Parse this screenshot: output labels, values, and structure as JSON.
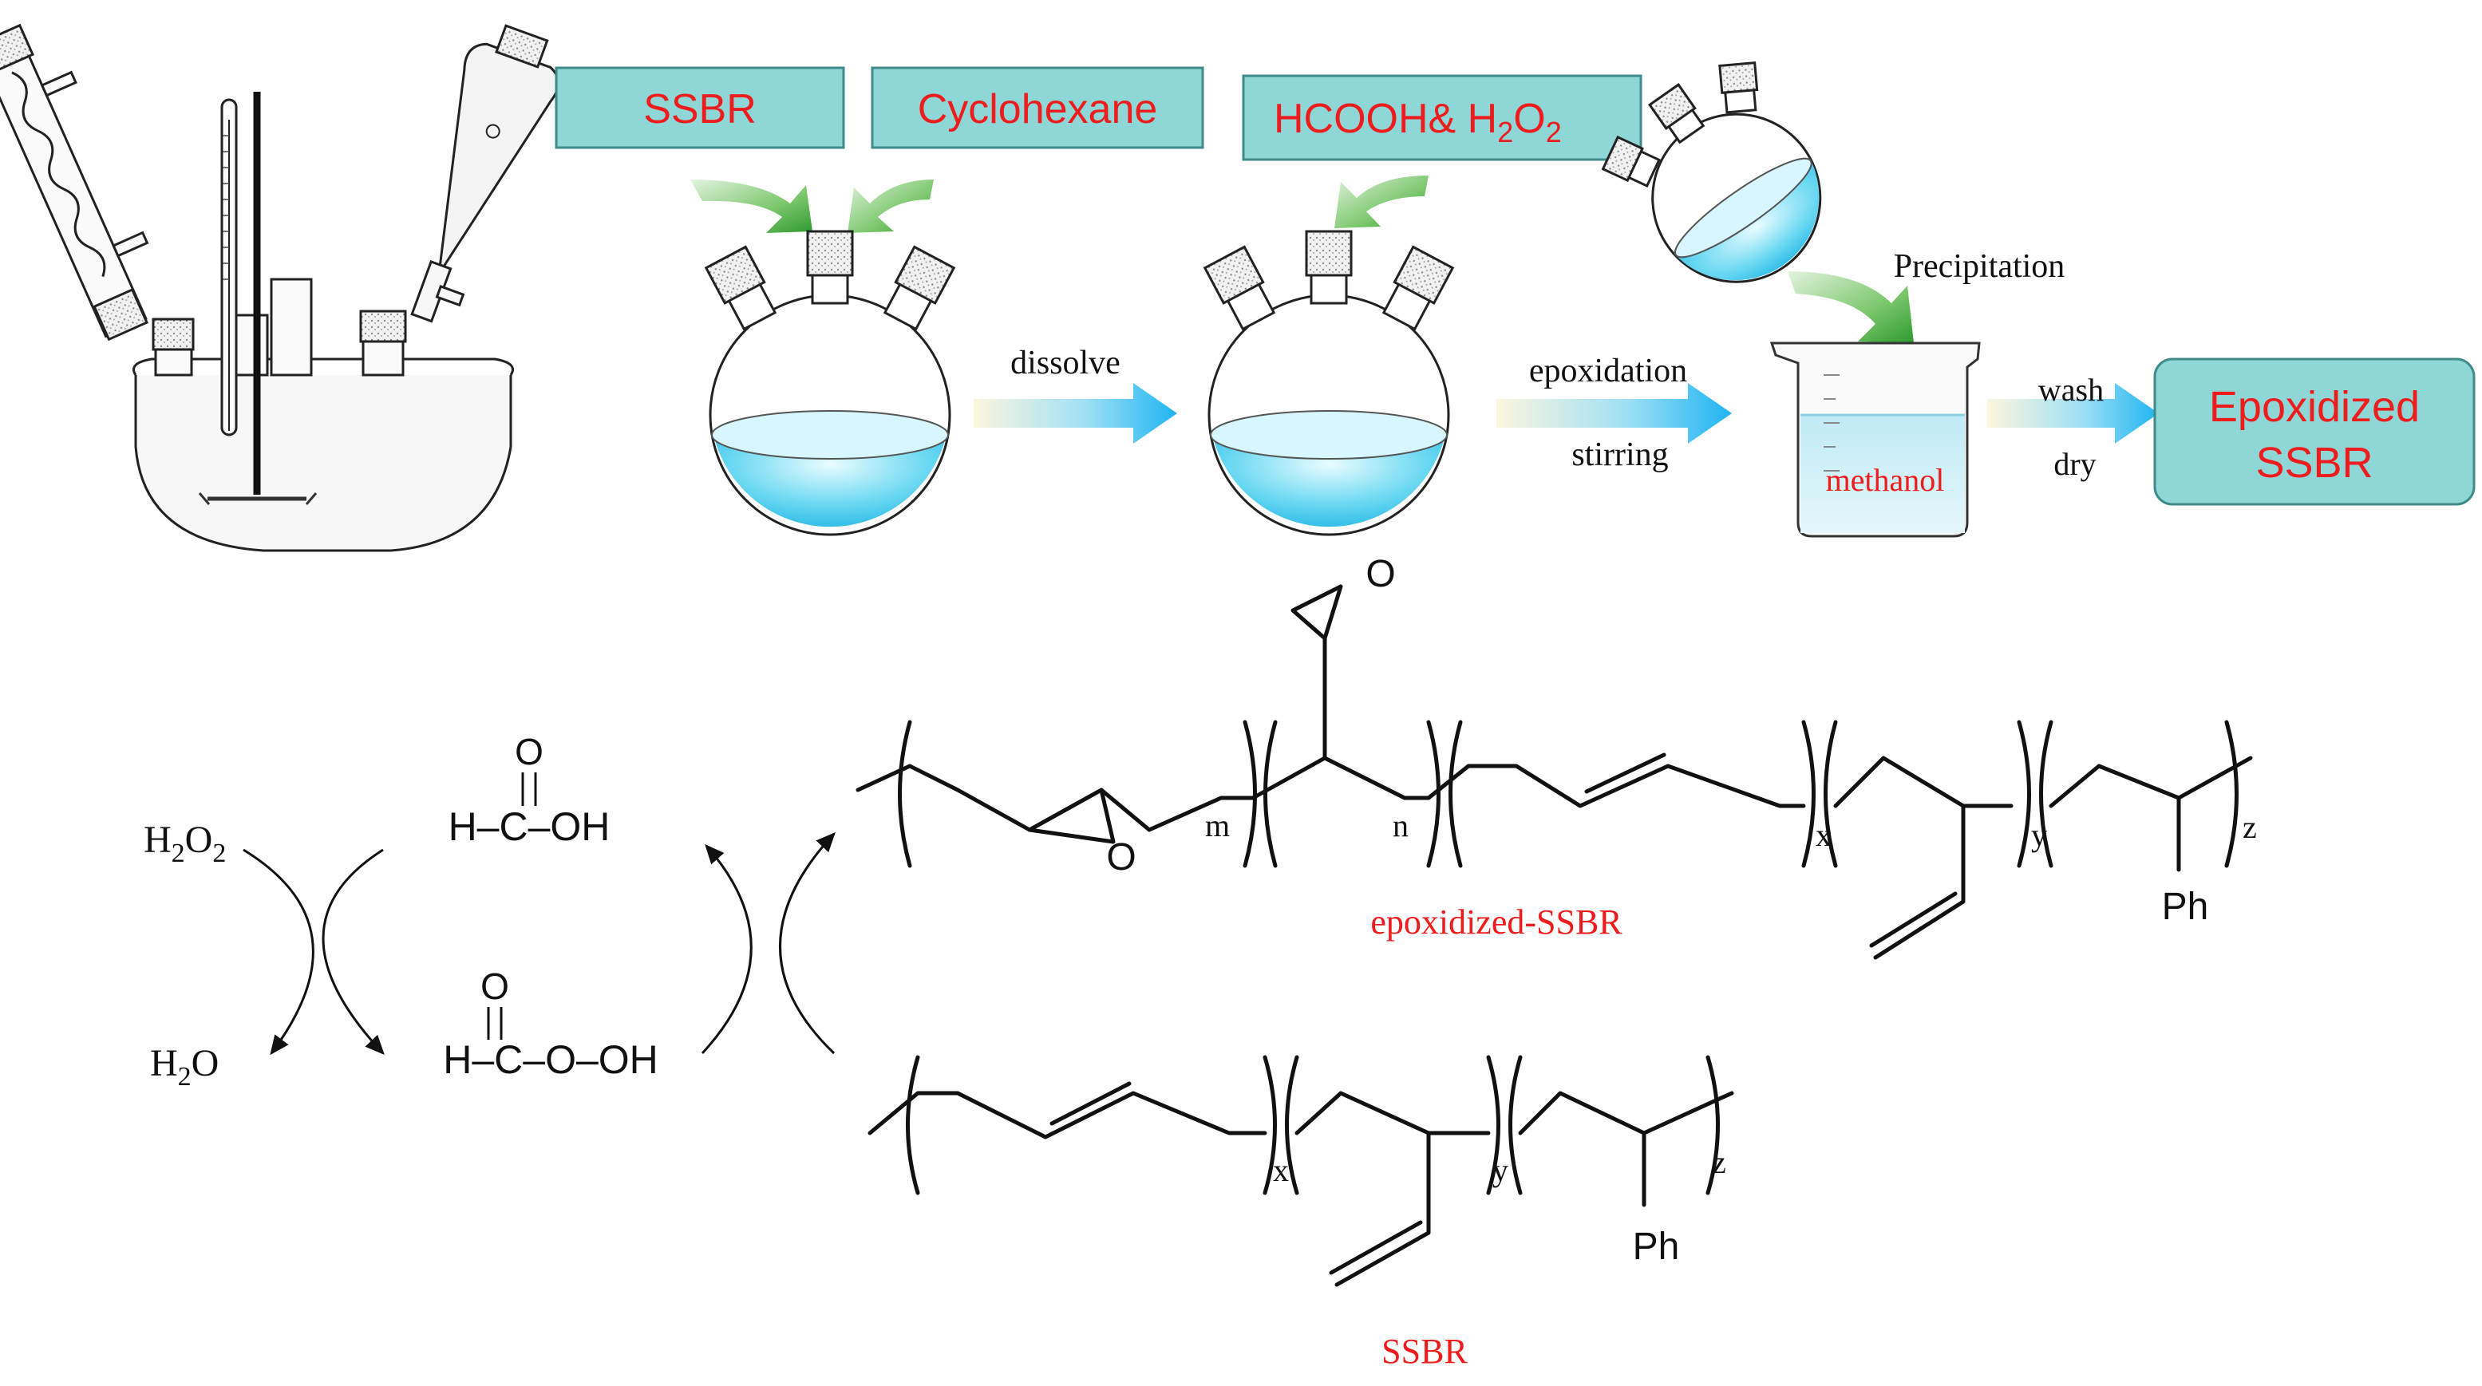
{
  "colors": {
    "label_box_fill": "#8fd6d6",
    "label_box_stroke": "#3f8a8a",
    "label_text": "#ee1c1c",
    "green_arrow": "#3aa63a",
    "blue_arrow": "#29b6f0",
    "liquid": "#4fd0ee",
    "black": "#111111"
  },
  "labels": {
    "ssbr_box": "SSBR",
    "cyclohexane_box": "Cyclohexane",
    "hcooh_box_main": "HCOOH& H",
    "hcooh_box_sub1": "2",
    "hcooh_box_o": "O",
    "hcooh_box_sub2": "2",
    "dissolve": "dissolve",
    "epoxidation": "epoxidation",
    "stirring": "stirring",
    "precipitation": "Precipitation",
    "methanol": "methanol",
    "wash": "wash",
    "dry": "dry",
    "epoxidized_box_line1": "Epoxidized",
    "epoxidized_box_line2": "SSBR"
  },
  "cycle": {
    "h2o2_main": "H",
    "h2o2_sub1": "2",
    "h2o2_o": "O",
    "h2o2_sub2": "2",
    "h2o_main": "H",
    "h2o_sub": "2",
    "h2o_o": "O",
    "formic_o": "O",
    "formic_formula": "H–C–OH",
    "performic_o": "O",
    "performic_formula": "H–C–O–OH"
  },
  "epoxidized_ssbr": {
    "epoxide_o_top": "O",
    "epoxide_o_chain": "O",
    "sub_m": "m",
    "sub_n": "n",
    "sub_x": "x",
    "sub_y": "y",
    "sub_z": "z",
    "ph": "Ph",
    "caption": "epoxidized-SSBR"
  },
  "ssbr": {
    "sub_x": "x",
    "sub_y": "y",
    "sub_z": "z",
    "ph": "Ph",
    "caption": "SSBR"
  }
}
